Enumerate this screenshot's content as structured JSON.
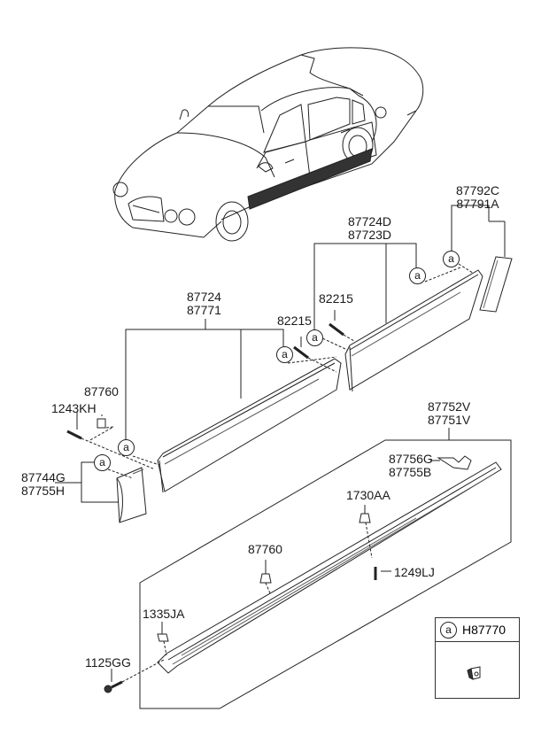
{
  "diagram": {
    "title": "Side body moulding and side sill garnish exploded parts diagram",
    "colors": {
      "line": "#222222",
      "shade": "#444444",
      "background": "#ffffff"
    },
    "callout_symbol": "a",
    "labels": {
      "rear_side_trim": [
        "87792C",
        "87791A"
      ],
      "rear_door_moulding": [
        "87724D",
        "87723D"
      ],
      "front_door_moulding": [
        "87724",
        "87771"
      ],
      "bolt_right": "82215",
      "bolt_left": "82215",
      "clip_front": "87760",
      "screw_front": "1243KH",
      "fender_end_piece": [
        "87744G",
        "87755H"
      ],
      "side_sill": [
        "87752V",
        "87751V"
      ],
      "rear_bracket": [
        "87756G",
        "87755B"
      ],
      "clip_sill_upper": "1730AA",
      "clip_sill_middle": "87760",
      "screw_sill": "1249LJ",
      "nut_front": "1335JA",
      "bolt_front": "1125GG"
    },
    "legend": {
      "symbol": "a",
      "part_code": "H87770",
      "icon": "clip-icon"
    }
  }
}
